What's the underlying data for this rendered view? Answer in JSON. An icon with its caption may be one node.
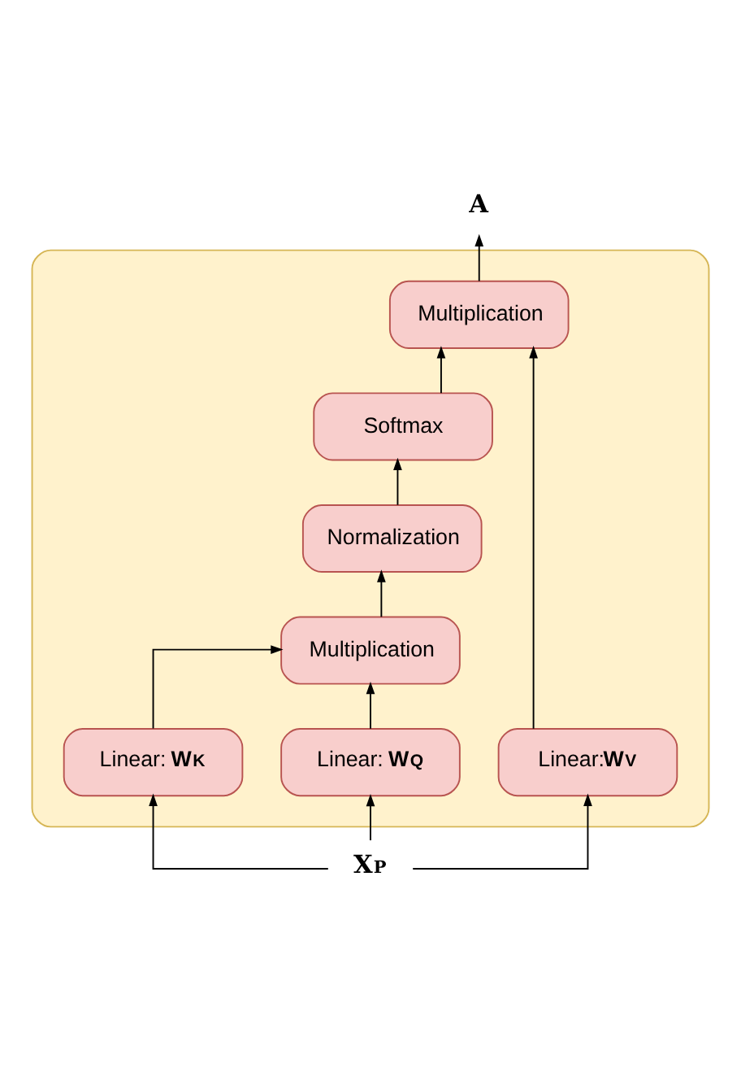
{
  "diagram": {
    "nodes": [
      {
        "text": [
          "A"
        ]
      },
      {
        "text": [],
        "shape": "box"
      },
      {
        "text": [
          "Multiplication"
        ],
        "in": 1
      },
      {
        "text": [
          "Softmax"
        ],
        "in": 1
      },
      {
        "text": [
          "Normalization"
        ],
        "in": 1
      },
      {
        "text": [
          "Multiplication"
        ],
        "in": 1
      },
      {
        "text": [
          "Linear: **W$_{K}$**"
        ],
        "in": 1
      },
      {
        "text": [
          "Linear: **W$_{Q}$**"
        ],
        "in": 1
      },
      {
        "text": [
          "Linear:**W$_{V}$**"
        ],
        "in": 1
      },
      {
        "text": [
          "X$_{P}$"
        ]
      }
    ],
    "edges": [
      {
        "from": 9,
        "to": 6,
        "arrow": "to"
      },
      {
        "from": 9,
        "to": 7,
        "arrow": "to"
      },
      {
        "from": 9,
        "to": 8,
        "arrow": "to"
      },
      {
        "from": 6,
        "to": 5,
        "arrow": "to"
      },
      {
        "from": 7,
        "to": 5,
        "arrow": "to"
      },
      {
        "from": 5,
        "to": 4,
        "arrow": "to"
      },
      {
        "from": 4,
        "to": 3,
        "arrow": "to"
      },
      {
        "from": 3,
        "to": 2,
        "arrow": "to"
      },
      {
        "from": 8,
        "to": 2,
        "arrow": "to"
      },
      {
        "from": 2,
        "to": 0,
        "arrow": "to"
      }
    ]
  }
}
